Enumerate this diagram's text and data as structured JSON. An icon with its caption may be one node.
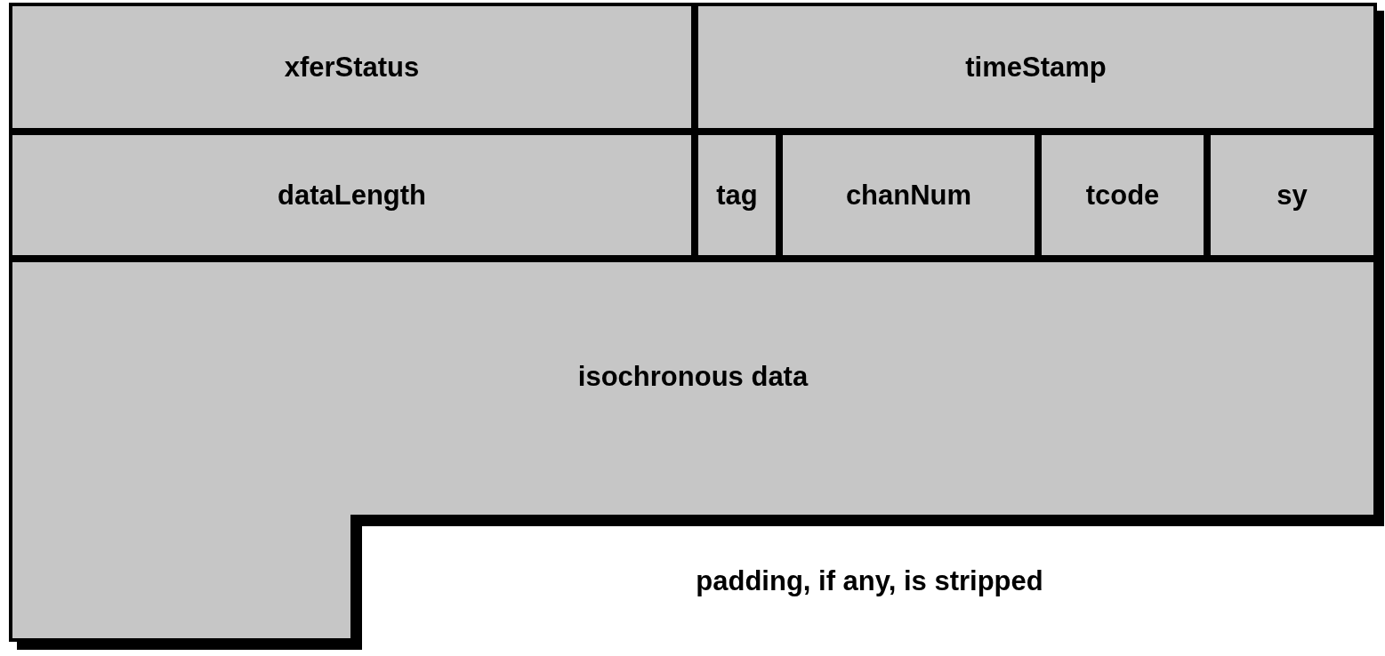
{
  "diagram": {
    "nodes": [
      {
        "text": [
          "xferStatus"
        ]
      },
      {
        "text": [
          "timeStamp"
        ]
      },
      {
        "text": [
          "dataLength"
        ]
      },
      {
        "text": [
          "tag"
        ]
      },
      {
        "text": [
          "chanNum"
        ]
      },
      {
        "text": [
          "tcode"
        ]
      },
      {
        "text": [
          "sy"
        ]
      },
      {
        "text": [
          "isochronous data"
        ]
      }
    ],
    "labels": [
      "padding, if any, is stripped"
    ]
  }
}
